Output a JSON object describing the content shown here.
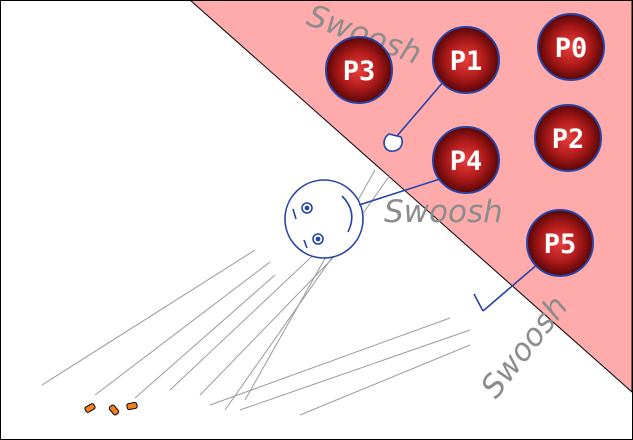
{
  "swoosh_words": [
    "Swoosh",
    "Swoosh",
    "Swoosh"
  ],
  "players": [
    {
      "id": "p0",
      "label": "P0"
    },
    {
      "id": "p1",
      "label": "P1"
    },
    {
      "id": "p2",
      "label": "P2"
    },
    {
      "id": "p3",
      "label": "P3"
    },
    {
      "id": "p4",
      "label": "P4"
    },
    {
      "id": "p5",
      "label": "P5"
    }
  ],
  "colors": {
    "zone": "#ffabab",
    "ink": "#2643a8",
    "ball_center": "#e03a3a",
    "ball_edge": "#5a0606",
    "speed_lines": "#9a9a9a"
  }
}
